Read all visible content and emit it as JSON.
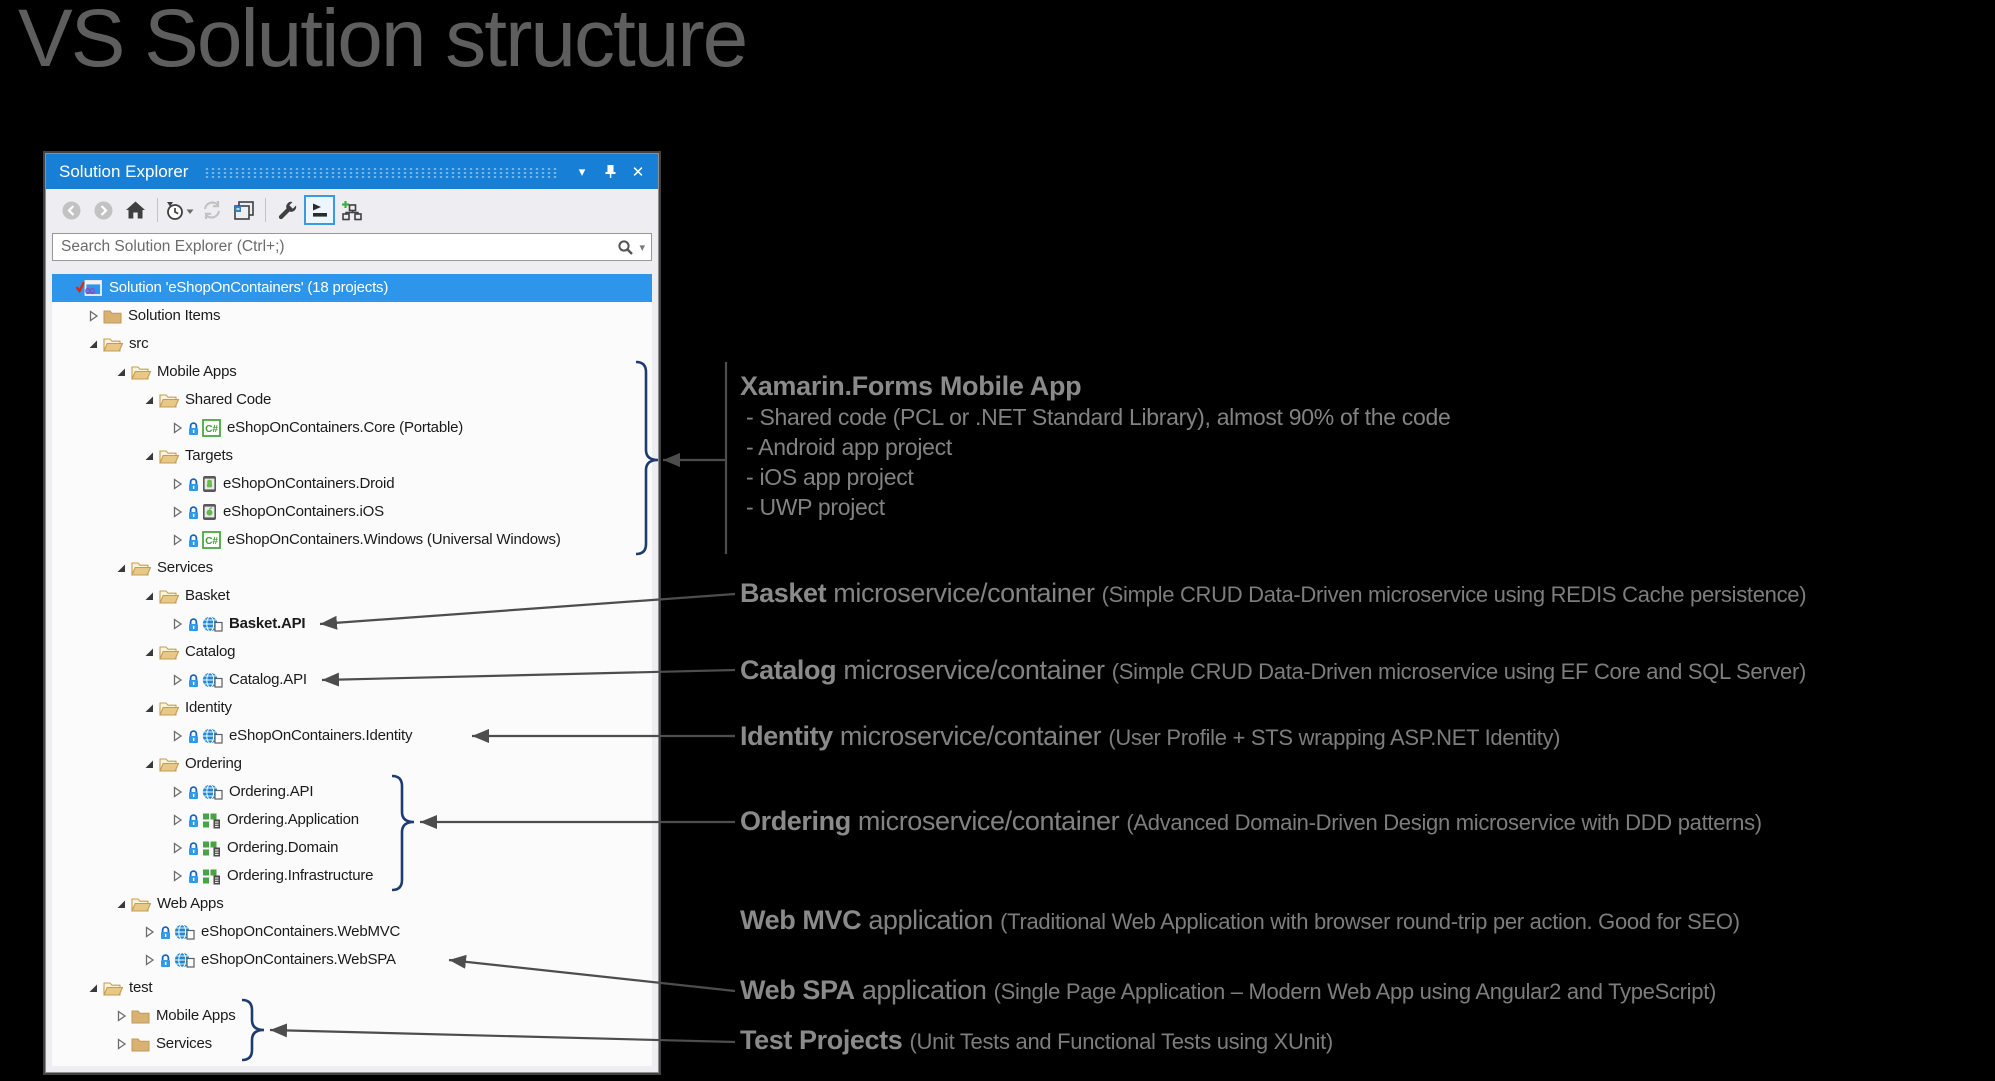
{
  "page_title": "VS Solution structure",
  "colors": {
    "background": "#000000",
    "titlebar_blue": "#1780d6",
    "selection_blue": "#2e96ea",
    "folder_tan": "#d9b273",
    "annotation_gray": "#828282",
    "connector_gray": "#4d4d4d",
    "brace_navy": "#1f3c70"
  },
  "panel": {
    "title": "Solution Explorer",
    "window_controls": [
      "window-position",
      "auto-hide-pin",
      "close"
    ],
    "toolbar": [
      {
        "name": "back",
        "disabled": true
      },
      {
        "name": "forward",
        "disabled": true
      },
      {
        "name": "home"
      },
      {
        "name": "separator"
      },
      {
        "name": "switch-views",
        "has_dropdown": true
      },
      {
        "name": "sync-with-active-document",
        "disabled": true
      },
      {
        "name": "collapse-all"
      },
      {
        "name": "separator"
      },
      {
        "name": "properties"
      },
      {
        "name": "preview-selected-items",
        "active": true
      },
      {
        "name": "new-dependency-graph"
      }
    ],
    "search": {
      "placeholder": "Search Solution Explorer (Ctrl+;)"
    },
    "tree": [
      {
        "label": "Solution 'eShopOnContainers' (18 projects)",
        "level": 0,
        "expander": "none",
        "icon": "solution",
        "selected": true
      },
      {
        "label": "Solution Items",
        "level": 1,
        "expander": "collapsed",
        "icon": "folder-closed"
      },
      {
        "label": "src",
        "level": 1,
        "expander": "expanded",
        "icon": "folder-open"
      },
      {
        "label": "Mobile Apps",
        "level": 2,
        "expander": "expanded",
        "icon": "folder-open"
      },
      {
        "label": "Shared Code",
        "level": 3,
        "expander": "expanded",
        "icon": "folder-open"
      },
      {
        "label": "eShopOnContainers.Core (Portable)",
        "level": 4,
        "expander": "collapsed",
        "icon": "csharp",
        "lock": true
      },
      {
        "label": "Targets",
        "level": 3,
        "expander": "expanded",
        "icon": "folder-open"
      },
      {
        "label": "eShopOnContainers.Droid",
        "level": 4,
        "expander": "collapsed",
        "icon": "droid",
        "lock": true
      },
      {
        "label": "eShopOnContainers.iOS",
        "level": 4,
        "expander": "collapsed",
        "icon": "ios",
        "lock": true
      },
      {
        "label": "eShopOnContainers.Windows (Universal Windows)",
        "level": 4,
        "expander": "collapsed",
        "icon": "csharp",
        "lock": true
      },
      {
        "label": "Services",
        "level": 2,
        "expander": "expanded",
        "icon": "folder-open"
      },
      {
        "label": "Basket",
        "level": 3,
        "expander": "expanded",
        "icon": "folder-open"
      },
      {
        "label": "Basket.API",
        "level": 4,
        "expander": "collapsed",
        "icon": "web",
        "lock": true,
        "bold": true
      },
      {
        "label": "Catalog",
        "level": 3,
        "expander": "expanded",
        "icon": "folder-open"
      },
      {
        "label": "Catalog.API",
        "level": 4,
        "expander": "collapsed",
        "icon": "web",
        "lock": true
      },
      {
        "label": "Identity",
        "level": 3,
        "expander": "expanded",
        "icon": "folder-open"
      },
      {
        "label": "eShopOnContainers.Identity",
        "level": 4,
        "expander": "collapsed",
        "icon": "web",
        "lock": true
      },
      {
        "label": "Ordering",
        "level": 3,
        "expander": "expanded",
        "icon": "folder-open"
      },
      {
        "label": "Ordering.API",
        "level": 4,
        "expander": "collapsed",
        "icon": "web",
        "lock": true
      },
      {
        "label": "Ordering.Application",
        "level": 4,
        "expander": "collapsed",
        "icon": "lib",
        "lock": true
      },
      {
        "label": "Ordering.Domain",
        "level": 4,
        "expander": "collapsed",
        "icon": "lib",
        "lock": true
      },
      {
        "label": "Ordering.Infrastructure",
        "level": 4,
        "expander": "collapsed",
        "icon": "lib",
        "lock": true
      },
      {
        "label": "Web Apps",
        "level": 2,
        "expander": "expanded",
        "icon": "folder-open"
      },
      {
        "label": "eShopOnContainers.WebMVC",
        "level": 3,
        "expander": "collapsed",
        "icon": "web",
        "lock": true
      },
      {
        "label": "eShopOnContainers.WebSPA",
        "level": 3,
        "expander": "collapsed",
        "icon": "web",
        "lock": true
      },
      {
        "label": "test",
        "level": 1,
        "expander": "expanded",
        "icon": "folder-open"
      },
      {
        "label": "Mobile Apps",
        "level": 2,
        "expander": "collapsed",
        "icon": "folder-closed"
      },
      {
        "label": "Services",
        "level": 2,
        "expander": "collapsed",
        "icon": "folder-closed"
      }
    ]
  },
  "annotations": [
    {
      "id": "xamarin",
      "title": "Xamarin.Forms Mobile App",
      "bullets": [
        "- Shared code (PCL or .NET Standard Library), almost 90% of the code",
        "- Android app project",
        "- iOS app project",
        "- UWP project"
      ]
    },
    {
      "id": "basket",
      "lead": "Basket",
      "mid": "microservice/container",
      "paren": "(Simple CRUD Data-Driven microservice using REDIS Cache persistence)"
    },
    {
      "id": "catalog",
      "lead": "Catalog",
      "mid": "microservice/container",
      "paren": "(Simple CRUD Data-Driven microservice using EF Core and SQL Server)"
    },
    {
      "id": "identity",
      "lead": "Identity",
      "mid": "microservice/container",
      "paren": "(User Profile + STS wrapping ASP.NET Identity)"
    },
    {
      "id": "ordering",
      "lead": "Ordering",
      "mid": "microservice/container",
      "paren": "(Advanced Domain-Driven Design microservice with DDD patterns)"
    },
    {
      "id": "webmvc",
      "lead": "Web MVC",
      "mid": "application",
      "paren": "(Traditional Web Application with browser round-trip per action. Good for SEO)"
    },
    {
      "id": "webspa",
      "lead": "Web SPA",
      "mid": "application",
      "paren": "(Single Page Application – Modern Web App using Angular2 and TypeScript)"
    },
    {
      "id": "test",
      "lead": "Test Projects",
      "mid": "",
      "paren": "(Unit Tests and Functional Tests using XUnit)"
    }
  ]
}
